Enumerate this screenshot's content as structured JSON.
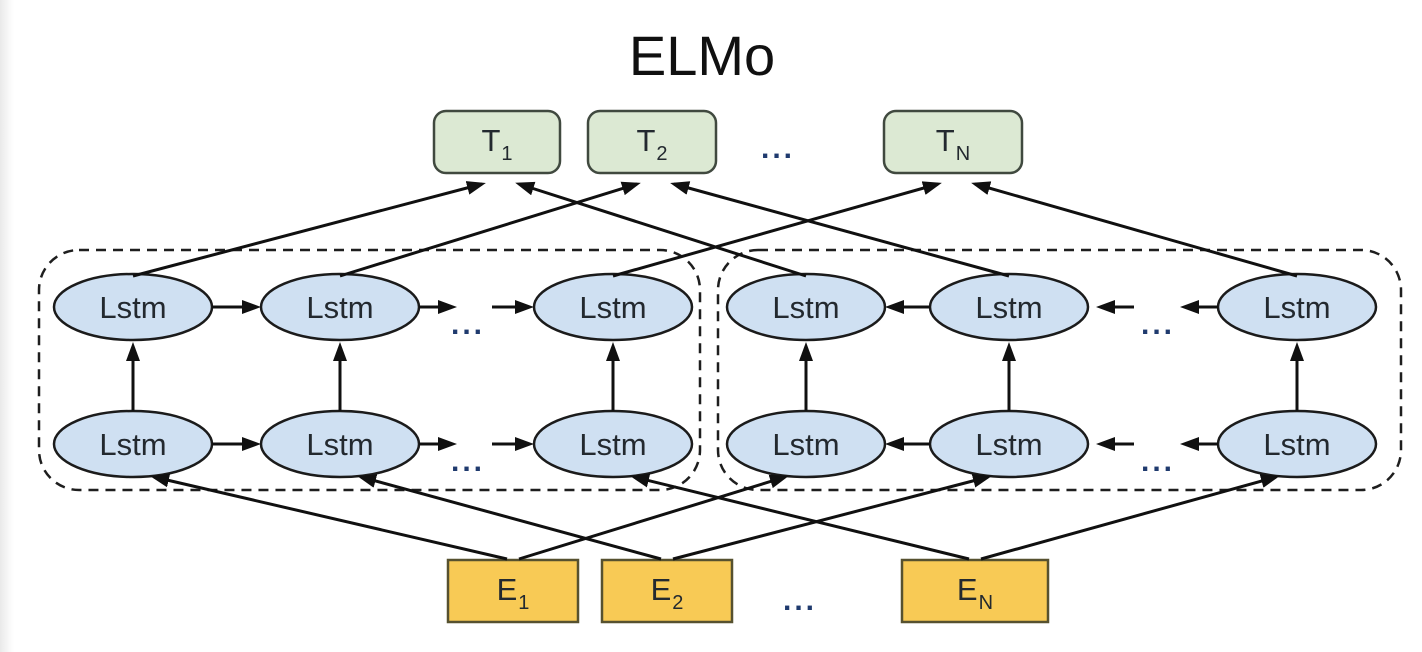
{
  "title": "ELMo",
  "ellipsis": "...",
  "lstm_label": "Lstm",
  "output_row": [
    {
      "base": "T",
      "sub": "1"
    },
    {
      "base": "T",
      "sub": "2"
    },
    {
      "base": "T",
      "sub": "N"
    }
  ],
  "embedding_row": [
    {
      "base": "E",
      "sub": "1"
    },
    {
      "base": "E",
      "sub": "2"
    },
    {
      "base": "E",
      "sub": "N"
    }
  ],
  "colors": {
    "output_fill": "#dce9d3",
    "output_stroke": "#40493f",
    "embedding_fill": "#f8ca55",
    "embedding_stroke": "#56512f",
    "lstm_fill": "#cfe0f2",
    "lstm_stroke": "#1b1b1b",
    "arrow": "#101010",
    "dashed_border": "#1e1e1e",
    "dots": "#1f3a6e",
    "node_text": "#23292f",
    "title_text": "#101010"
  }
}
